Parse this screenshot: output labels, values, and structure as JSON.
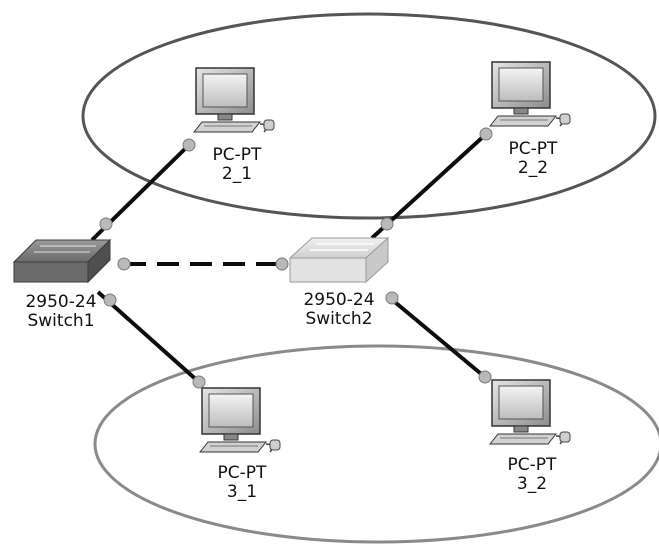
{
  "colors": {
    "ellipse_dark": "#555555",
    "ellipse_light": "#8a8a8a",
    "link": "#0d0d0d",
    "port_dot": "#b9b9b9"
  },
  "groups": [
    {
      "name": "group-top",
      "contains": [
        "PC 2_1",
        "PC 2_2"
      ]
    },
    {
      "name": "group-bottom",
      "contains": [
        "PC 3_1",
        "PC 3_2"
      ]
    }
  ],
  "devices": {
    "switch1": {
      "model": "2950-24",
      "name": "Switch1",
      "icon": "switch-icon",
      "tone": "dark"
    },
    "switch2": {
      "model": "2950-24",
      "name": "Switch2",
      "icon": "switch-icon",
      "tone": "light"
    },
    "pc2_1": {
      "model": "PC-PT",
      "name": "2_1",
      "icon": "pc-icon"
    },
    "pc2_2": {
      "model": "PC-PT",
      "name": "2_2",
      "icon": "pc-icon"
    },
    "pc3_1": {
      "model": "PC-PT",
      "name": "3_1",
      "icon": "pc-icon"
    },
    "pc3_2": {
      "model": "PC-PT",
      "name": "3_2",
      "icon": "pc-icon"
    }
  },
  "links": [
    {
      "from": "switch1",
      "to": "pc2_1",
      "style": "solid"
    },
    {
      "from": "switch1",
      "to": "pc3_1",
      "style": "solid"
    },
    {
      "from": "switch1",
      "to": "switch2",
      "style": "dashed"
    },
    {
      "from": "switch2",
      "to": "pc2_2",
      "style": "solid"
    },
    {
      "from": "switch2",
      "to": "pc3_2",
      "style": "solid"
    }
  ]
}
